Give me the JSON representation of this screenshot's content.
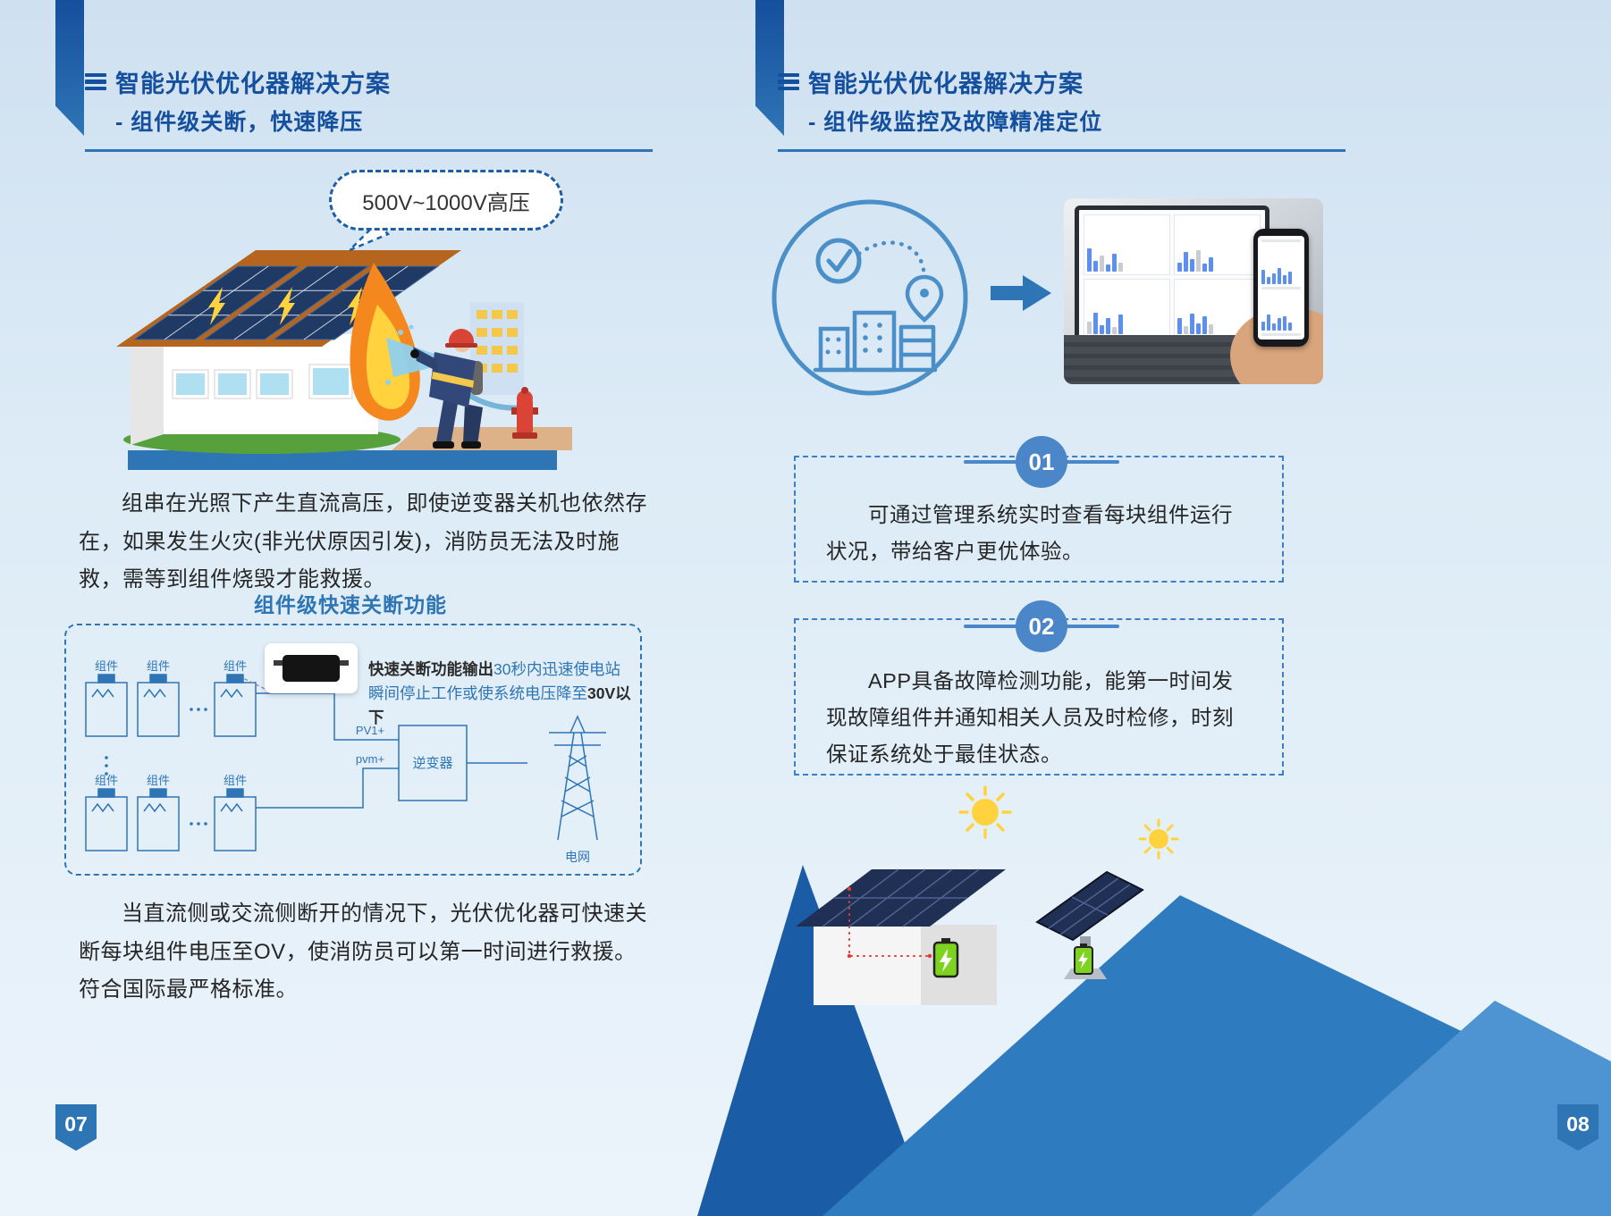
{
  "colors": {
    "accent_blue": "#2e75b6",
    "title_blue": "#14509e",
    "number_circle_blue": "#4a86c8",
    "badge_blue": "#2e75b6"
  },
  "page_left": {
    "page_number": "07",
    "header": {
      "title": "智能光伏优化器解决方案",
      "subtitle": "- 组件级关断，快速降压"
    },
    "bubble_text": "500V~1000V高压",
    "intro_paragraph": "组串在光照下产生直流高压，即使逆变器关机也依然存在，如果发生火灾(非光伏原因引发)，消防员无法及时施救，需等到组件烧毁才能救援。",
    "diagram_title": "组件级快速关断功能",
    "diagram": {
      "module_label": "组件",
      "callout_prefix": "快速关断功能输出",
      "callout_blue_1": "30秒内迅速使电站",
      "callout_blue_2": "瞬间停止工作或使系统电压降至",
      "callout_suffix": "30V以下",
      "pv_label_1": "PV1+",
      "pv_label_2": "pvm+",
      "inverter_label": "逆变器",
      "grid_label": "电网"
    },
    "closing_paragraph": "当直流侧或交流侧断开的情况下，光伏优化器可快速关断每块组件电压至OV，使消防员可以第一时间进行救援。符合国际最严格标准。"
  },
  "page_right": {
    "page_number": "08",
    "header": {
      "title": "智能光伏优化器解决方案",
      "subtitle": "- 组件级监控及故障精准定位"
    },
    "sections": [
      {
        "number": "01",
        "text": "可通过管理系统实时查看每块组件运行状况，带给客户更优体验。"
      },
      {
        "number": "02",
        "text": "APP具备故障检测功能，能第一时间发现故障组件并通知相关人员及时检修，时刻保证系统处于最佳状态。"
      }
    ]
  }
}
